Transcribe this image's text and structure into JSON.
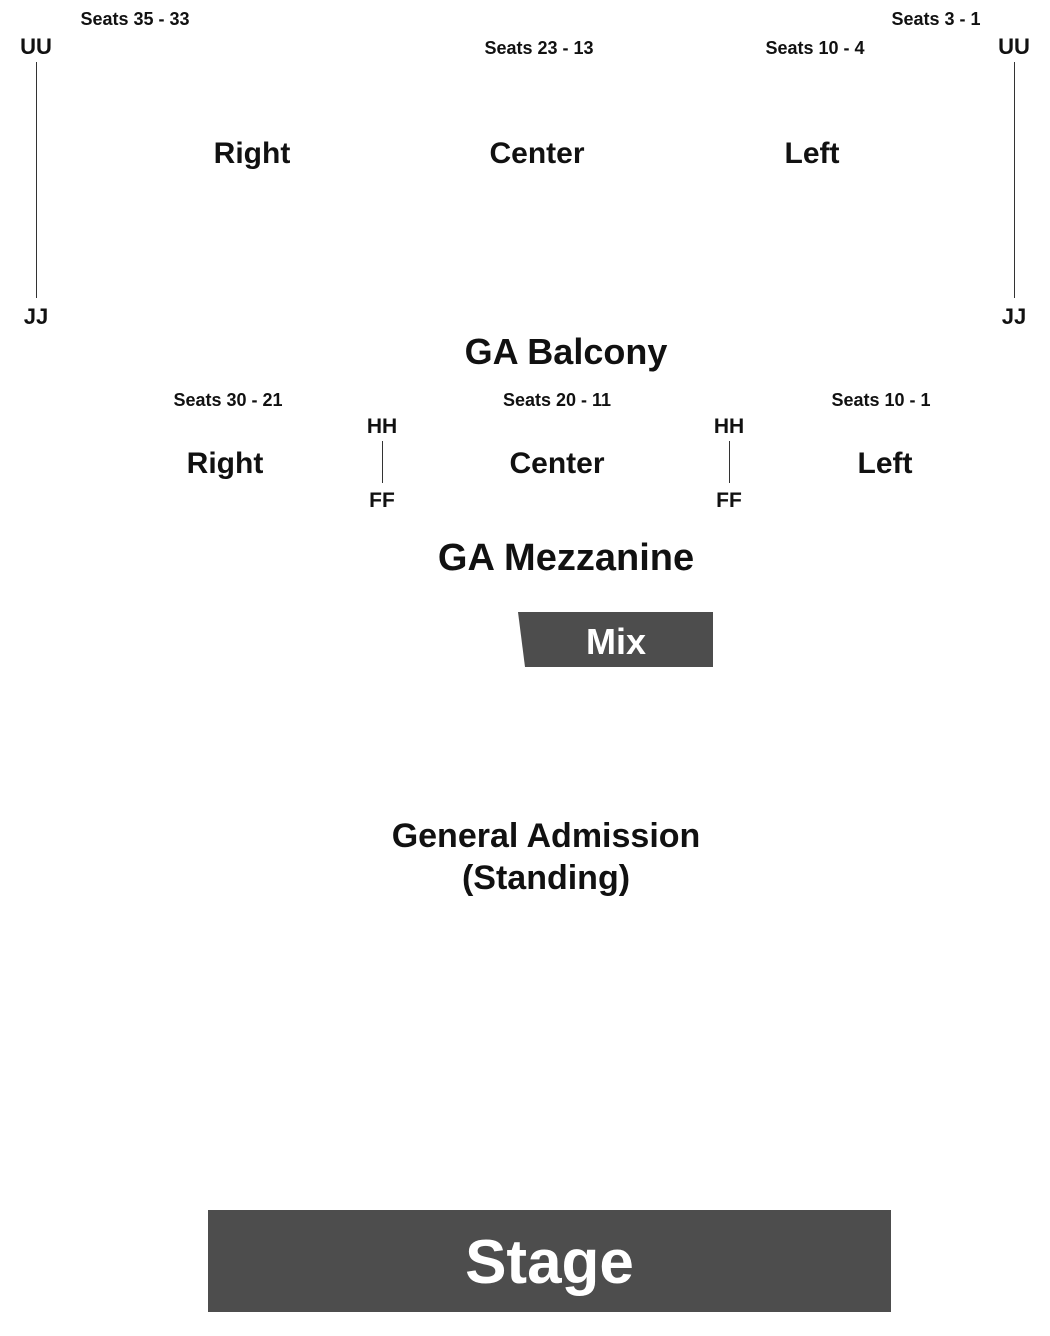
{
  "balcony": {
    "name": "GA Balcony",
    "seat_ranges": {
      "right_outer": "Seats 35 - 33",
      "center": "Seats 23 - 13",
      "left_inner": "Seats 10 - 4",
      "left_outer": "Seats 3 - 1"
    },
    "sections": {
      "right": "Right",
      "center": "Center",
      "left": "Left"
    },
    "rows": {
      "top_left": "UU",
      "top_right": "UU",
      "bottom_left": "JJ",
      "bottom_right": "JJ"
    }
  },
  "mezzanine": {
    "name": "GA Mezzanine",
    "seat_ranges": {
      "right": "Seats 30 - 21",
      "center": "Seats 20 - 11",
      "left": "Seats 10 - 1"
    },
    "sections": {
      "right": "Right",
      "center": "Center",
      "left": "Left"
    },
    "rows": {
      "left_top": "HH",
      "left_bottom": "FF",
      "right_top": "HH",
      "right_bottom": "FF"
    }
  },
  "mix": {
    "label": "Mix"
  },
  "floor": {
    "line1": "General Admission",
    "line2": "(Standing)"
  },
  "stage": {
    "label": "Stage"
  },
  "colors": {
    "block_fill": "#4d4d4d",
    "text": "#111111",
    "block_text": "#ffffff"
  }
}
